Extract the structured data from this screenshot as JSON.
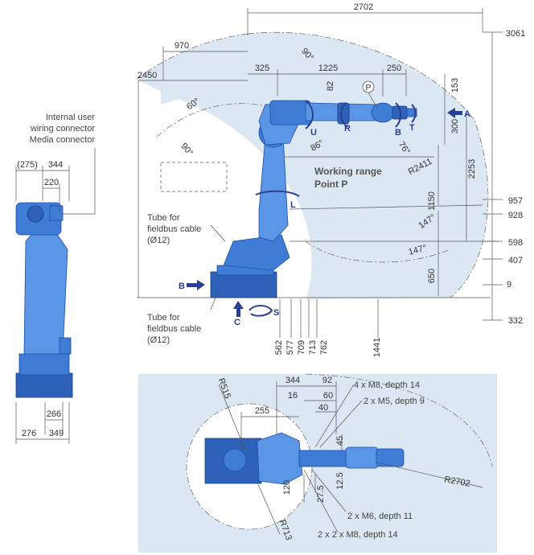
{
  "colors": {
    "range_fill": "#dbe7f3",
    "robot": "#3e7cd6",
    "arrow": "#2a3f8f",
    "line": "#555555"
  },
  "side_view": {
    "top_dims": [
      "2702",
      "970",
      "325",
      "1225",
      "250"
    ],
    "left_dims": [
      "2450"
    ],
    "right_dims": [
      "3061",
      "153",
      "300",
      "2253",
      "957",
      "928",
      "598",
      "407",
      "9",
      "332",
      "1150",
      "650"
    ],
    "arm_dims": [
      "82",
      "R2411"
    ],
    "angles": [
      "90°",
      "60°",
      "90°",
      "86°",
      "76°",
      "147°",
      "147°"
    ],
    "bottom_dims": [
      "562",
      "577",
      "709",
      "713",
      "762",
      "1441"
    ],
    "axes": [
      "A",
      "B",
      "C",
      "S",
      "L",
      "U",
      "R",
      "B",
      "T"
    ],
    "point_label": "P",
    "working_range": [
      "Working range",
      "Point P"
    ],
    "tube_label_1": [
      "Tube for",
      "fieldbus cable",
      "(Ø12)"
    ],
    "tube_label_2": [
      "Tube for",
      "fieldbus cable",
      "(Ø12)"
    ]
  },
  "front_view": {
    "connector_label": [
      "Internal user",
      "wiring connector",
      "Media connector"
    ],
    "top_dims": [
      "(275)",
      "344",
      "220"
    ],
    "bottom_dims": [
      "266",
      "276",
      "349"
    ]
  },
  "top_view": {
    "dims": [
      "344",
      "92",
      "16",
      "60",
      "40",
      "255",
      "R515",
      "45",
      "120",
      "27.5",
      "12.5",
      "R713",
      "R2702"
    ],
    "notes": [
      "4 x M8, depth 14",
      "2 x M5, depth 9",
      "2 x M6, depth 11",
      "2 x 2 x M8, depth 14"
    ]
  }
}
